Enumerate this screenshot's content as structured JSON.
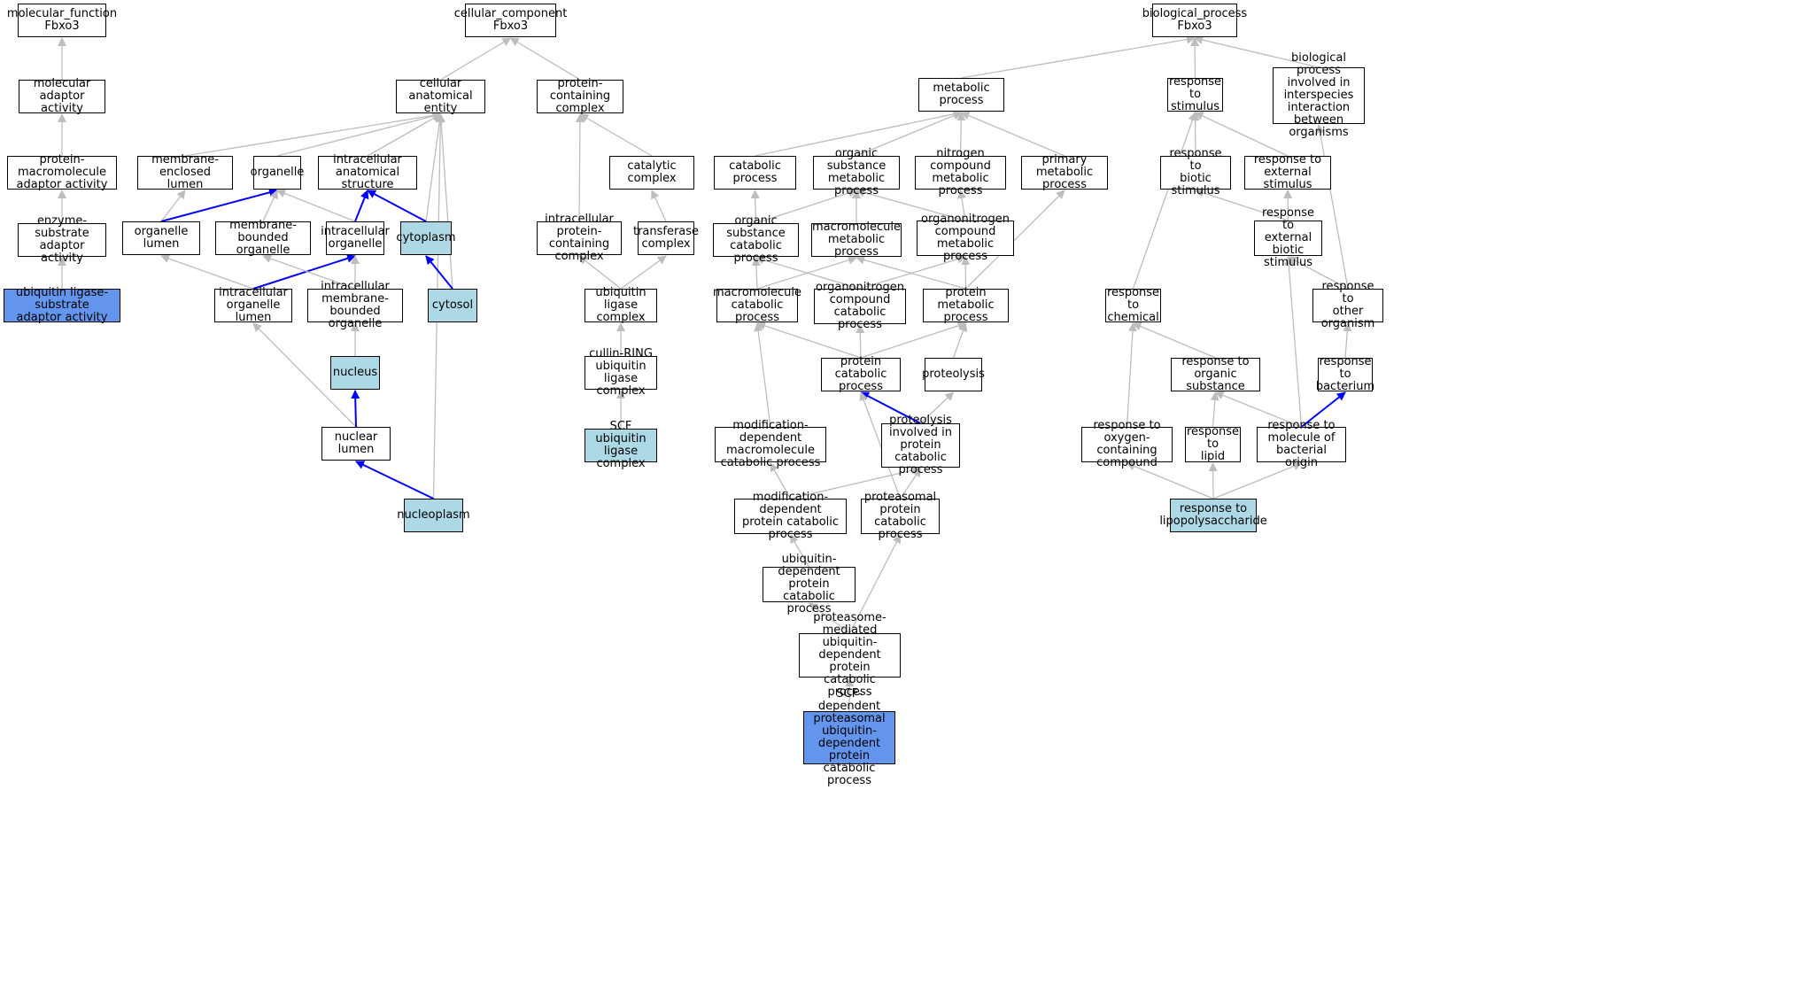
{
  "colors": {
    "edge_default": "#bdbdbd",
    "edge_path": "#0000ff",
    "node_highlight_light": "#add8e6",
    "node_highlight_dark": "#6495ed",
    "node_default": "#ffffff"
  },
  "nodes": {
    "mf_root": {
      "label": "molecular_function\nFbxo3"
    },
    "mol_adaptor": {
      "label": "molecular adaptor\nactivity"
    },
    "prot_macro_adaptor": {
      "label": "protein-macromolecule\nadaptor activity"
    },
    "enzyme_substrate": {
      "label": "enzyme-substrate\nadaptor activity"
    },
    "ub_ligase_substrate": {
      "label": "ubiquitin ligase-substrate\nadaptor activity",
      "highlight": "dark"
    },
    "cc_root": {
      "label": "cellular_component\nFbxo3"
    },
    "cell_anat": {
      "label": "cellular anatomical\nentity"
    },
    "prot_complex": {
      "label": "protein-containing\ncomplex"
    },
    "membrane_lumen": {
      "label": "membrane-enclosed\nlumen"
    },
    "organelle": {
      "label": "organelle"
    },
    "intra_anat": {
      "label": "intracellular\nanatomical structure"
    },
    "catalytic_complex": {
      "label": "catalytic complex"
    },
    "organelle_lumen": {
      "label": "organelle lumen"
    },
    "mem_bound_org": {
      "label": "membrane-bounded\norganelle"
    },
    "intra_org": {
      "label": "intracellular\norganelle"
    },
    "cytoplasm": {
      "label": "cytoplasm",
      "highlight": "light"
    },
    "intra_prot_complex": {
      "label": "intracellular\nprotein-containing\ncomplex"
    },
    "transferase_complex": {
      "label": "transferase\ncomplex"
    },
    "intra_org_lumen": {
      "label": "intracellular\norganelle lumen"
    },
    "intra_mem_org": {
      "label": "intracellular\nmembrane-bounded\norganelle"
    },
    "cytosol": {
      "label": "cytosol",
      "highlight": "light"
    },
    "ub_ligase_complex": {
      "label": "ubiquitin ligase\ncomplex"
    },
    "nucleus": {
      "label": "nucleus",
      "highlight": "light"
    },
    "cullin_ring": {
      "label": "cullin-RING\nubiquitin ligase\ncomplex"
    },
    "nuclear_lumen": {
      "label": "nuclear lumen"
    },
    "scf_complex": {
      "label": "SCF ubiquitin\nligase complex",
      "highlight": "light"
    },
    "nucleoplasm": {
      "label": "nucleoplasm",
      "highlight": "light"
    },
    "bp_root": {
      "label": "biological_process\nFbxo3"
    },
    "metabolic": {
      "label": "metabolic process"
    },
    "resp_stimulus": {
      "label": "response to\nstimulus"
    },
    "bp_interspecies": {
      "label": "biological process\ninvolved in\ninterspecies\ninteraction\nbetween organisms"
    },
    "catabolic": {
      "label": "catabolic process"
    },
    "org_sub_metab": {
      "label": "organic substance\nmetabolic process"
    },
    "nitrogen_metab": {
      "label": "nitrogen compound\nmetabolic process"
    },
    "primary_metab": {
      "label": "primary metabolic\nprocess"
    },
    "resp_biotic": {
      "label": "response to\nbiotic stimulus"
    },
    "resp_external": {
      "label": "response to\nexternal stimulus"
    },
    "org_sub_catab": {
      "label": "organic substance\ncatabolic process"
    },
    "macro_metab": {
      "label": "macromolecule\nmetabolic process"
    },
    "organonitro_metab": {
      "label": "organonitrogen\ncompound metabolic\nprocess"
    },
    "resp_ext_biotic": {
      "label": "response to\nexternal biotic\nstimulus"
    },
    "macro_catab": {
      "label": "macromolecule\ncatabolic process"
    },
    "organonitro_catab": {
      "label": "organonitrogen\ncompound catabolic\nprocess"
    },
    "protein_metab": {
      "label": "protein metabolic\nprocess"
    },
    "resp_chemical": {
      "label": "response to\nchemical"
    },
    "resp_other_org": {
      "label": "response to\nother organism"
    },
    "protein_catab": {
      "label": "protein catabolic\nprocess"
    },
    "proteolysis": {
      "label": "proteolysis"
    },
    "resp_org_sub": {
      "label": "response to\norganic substance"
    },
    "resp_bacterium": {
      "label": "response to\nbacterium"
    },
    "mod_dep_macro_catab": {
      "label": "modification-dependent\nmacromolecule\ncatabolic process"
    },
    "proteolysis_catab": {
      "label": "proteolysis\ninvolved in\nprotein catabolic\nprocess"
    },
    "resp_oxygen": {
      "label": "response to\noxygen-containing\ncompound"
    },
    "resp_lipid": {
      "label": "response to\nlipid"
    },
    "resp_mol_bact": {
      "label": "response to\nmolecule of\nbacterial origin"
    },
    "mod_dep_prot_catab": {
      "label": "modification-dependent\nprotein catabolic\nprocess"
    },
    "proteasomal_catab": {
      "label": "proteasomal\nprotein catabolic\nprocess"
    },
    "resp_lps": {
      "label": "response to\nlipopolysaccharide",
      "highlight": "light"
    },
    "ub_dep_catab": {
      "label": "ubiquitin-dependent\nprotein catabolic\nprocess"
    },
    "proteasome_mediated": {
      "label": "proteasome-mediated\nubiquitin-dependent\nprotein catabolic\nprocess"
    },
    "scf_dependent": {
      "label": "SCF-dependent\nproteasomal\nubiquitin-dependent\nprotein catabolic\nprocess",
      "highlight": "dark"
    }
  },
  "edges": [
    {
      "from": "mol_adaptor",
      "to": "mf_root",
      "highlight": false
    },
    {
      "from": "prot_macro_adaptor",
      "to": "mol_adaptor",
      "highlight": false
    },
    {
      "from": "enzyme_substrate",
      "to": "prot_macro_adaptor",
      "highlight": false
    },
    {
      "from": "ub_ligase_substrate",
      "to": "enzyme_substrate",
      "highlight": false
    },
    {
      "from": "cell_anat",
      "to": "cc_root",
      "highlight": false
    },
    {
      "from": "prot_complex",
      "to": "cc_root",
      "highlight": false
    },
    {
      "from": "membrane_lumen",
      "to": "cell_anat",
      "highlight": false
    },
    {
      "from": "organelle",
      "to": "cell_anat",
      "highlight": false
    },
    {
      "from": "intra_anat",
      "to": "cell_anat",
      "highlight": false
    },
    {
      "from": "cytoplasm",
      "to": "cell_anat",
      "highlight": false
    },
    {
      "from": "cytosol",
      "to": "cell_anat",
      "highlight": false
    },
    {
      "from": "nucleoplasm",
      "to": "cell_anat",
      "highlight": false
    },
    {
      "from": "organelle_lumen",
      "to": "membrane_lumen",
      "highlight": false
    },
    {
      "from": "organelle_lumen",
      "to": "organelle",
      "highlight": true
    },
    {
      "from": "mem_bound_org",
      "to": "organelle",
      "highlight": false
    },
    {
      "from": "intra_org",
      "to": "organelle",
      "highlight": false
    },
    {
      "from": "intra_org",
      "to": "intra_anat",
      "highlight": true
    },
    {
      "from": "cytoplasm",
      "to": "intra_anat",
      "highlight": true
    },
    {
      "from": "intra_org_lumen",
      "to": "organelle_lumen",
      "highlight": false
    },
    {
      "from": "intra_org_lumen",
      "to": "intra_org",
      "highlight": true
    },
    {
      "from": "intra_mem_org",
      "to": "mem_bound_org",
      "highlight": false
    },
    {
      "from": "intra_mem_org",
      "to": "intra_org",
      "highlight": false
    },
    {
      "from": "cytosol",
      "to": "cytoplasm",
      "highlight": true
    },
    {
      "from": "nucleus",
      "to": "intra_mem_org",
      "highlight": false
    },
    {
      "from": "nuclear_lumen",
      "to": "intra_org_lumen",
      "highlight": false
    },
    {
      "from": "nuclear_lumen",
      "to": "nucleus",
      "highlight": true
    },
    {
      "from": "nucleoplasm",
      "to": "nuclear_lumen",
      "highlight": true
    },
    {
      "from": "intra_prot_complex",
      "to": "prot_complex",
      "highlight": false
    },
    {
      "from": "catalytic_complex",
      "to": "prot_complex",
      "highlight": false
    },
    {
      "from": "transferase_complex",
      "to": "catalytic_complex",
      "highlight": false
    },
    {
      "from": "ub_ligase_complex",
      "to": "intra_prot_complex",
      "highlight": false
    },
    {
      "from": "ub_ligase_complex",
      "to": "transferase_complex",
      "highlight": false
    },
    {
      "from": "cullin_ring",
      "to": "ub_ligase_complex",
      "highlight": false
    },
    {
      "from": "scf_complex",
      "to": "cullin_ring",
      "highlight": false
    },
    {
      "from": "metabolic",
      "to": "bp_root",
      "highlight": false
    },
    {
      "from": "resp_stimulus",
      "to": "bp_root",
      "highlight": false
    },
    {
      "from": "bp_interspecies",
      "to": "bp_root",
      "highlight": false
    },
    {
      "from": "catabolic",
      "to": "metabolic",
      "highlight": false
    },
    {
      "from": "org_sub_metab",
      "to": "metabolic",
      "highlight": false
    },
    {
      "from": "nitrogen_metab",
      "to": "metabolic",
      "highlight": false
    },
    {
      "from": "primary_metab",
      "to": "metabolic",
      "highlight": false
    },
    {
      "from": "org_sub_catab",
      "to": "catabolic",
      "highlight": false
    },
    {
      "from": "org_sub_catab",
      "to": "org_sub_metab",
      "highlight": false
    },
    {
      "from": "macro_metab",
      "to": "org_sub_metab",
      "highlight": false
    },
    {
      "from": "organonitro_metab",
      "to": "org_sub_metab",
      "highlight": false
    },
    {
      "from": "organonitro_metab",
      "to": "nitrogen_metab",
      "highlight": false
    },
    {
      "from": "macro_catab",
      "to": "org_sub_catab",
      "highlight": false
    },
    {
      "from": "macro_catab",
      "to": "macro_metab",
      "highlight": false
    },
    {
      "from": "organonitro_catab",
      "to": "org_sub_catab",
      "highlight": false
    },
    {
      "from": "organonitro_catab",
      "to": "organonitro_metab",
      "highlight": false
    },
    {
      "from": "protein_metab",
      "to": "macro_metab",
      "highlight": false
    },
    {
      "from": "protein_metab",
      "to": "organonitro_metab",
      "highlight": false
    },
    {
      "from": "protein_metab",
      "to": "primary_metab",
      "highlight": false
    },
    {
      "from": "protein_catab",
      "to": "macro_catab",
      "highlight": false
    },
    {
      "from": "protein_catab",
      "to": "organonitro_catab",
      "highlight": false
    },
    {
      "from": "protein_catab",
      "to": "protein_metab",
      "highlight": false
    },
    {
      "from": "proteolysis",
      "to": "protein_metab",
      "highlight": false
    },
    {
      "from": "mod_dep_macro_catab",
      "to": "macro_catab",
      "highlight": false
    },
    {
      "from": "proteolysis_catab",
      "to": "protein_catab",
      "highlight": true
    },
    {
      "from": "proteolysis_catab",
      "to": "proteolysis",
      "highlight": false
    },
    {
      "from": "mod_dep_prot_catab",
      "to": "mod_dep_macro_catab",
      "highlight": false
    },
    {
      "from": "mod_dep_prot_catab",
      "to": "proteolysis_catab",
      "highlight": false
    },
    {
      "from": "proteasomal_catab",
      "to": "protein_catab",
      "highlight": false
    },
    {
      "from": "proteasomal_catab",
      "to": "proteolysis_catab",
      "highlight": false
    },
    {
      "from": "ub_dep_catab",
      "to": "mod_dep_prot_catab",
      "highlight": false
    },
    {
      "from": "proteasome_mediated",
      "to": "ub_dep_catab",
      "highlight": false
    },
    {
      "from": "proteasome_mediated",
      "to": "proteasomal_catab",
      "highlight": false
    },
    {
      "from": "scf_dependent",
      "to": "proteasome_mediated",
      "highlight": false
    },
    {
      "from": "resp_biotic",
      "to": "resp_stimulus",
      "highlight": false
    },
    {
      "from": "resp_external",
      "to": "resp_stimulus",
      "highlight": false
    },
    {
      "from": "resp_chemical",
      "to": "resp_stimulus",
      "highlight": false
    },
    {
      "from": "resp_ext_biotic",
      "to": "resp_biotic",
      "highlight": false
    },
    {
      "from": "resp_ext_biotic",
      "to": "resp_external",
      "highlight": false
    },
    {
      "from": "resp_other_org",
      "to": "resp_ext_biotic",
      "highlight": false
    },
    {
      "from": "resp_other_org",
      "to": "bp_interspecies",
      "highlight": false
    },
    {
      "from": "resp_bacterium",
      "to": "resp_other_org",
      "highlight": false
    },
    {
      "from": "resp_org_sub",
      "to": "resp_chemical",
      "highlight": false
    },
    {
      "from": "resp_oxygen",
      "to": "resp_chemical",
      "highlight": false
    },
    {
      "from": "resp_lipid",
      "to": "resp_org_sub",
      "highlight": false
    },
    {
      "from": "resp_mol_bact",
      "to": "resp_org_sub",
      "highlight": false
    },
    {
      "from": "resp_mol_bact",
      "to": "resp_bacterium",
      "highlight": true
    },
    {
      "from": "resp_mol_bact",
      "to": "resp_ext_biotic",
      "highlight": false
    },
    {
      "from": "resp_lps",
      "to": "resp_oxygen",
      "highlight": false
    },
    {
      "from": "resp_lps",
      "to": "resp_lipid",
      "highlight": false
    },
    {
      "from": "resp_lps",
      "to": "resp_mol_bact",
      "highlight": false
    }
  ]
}
